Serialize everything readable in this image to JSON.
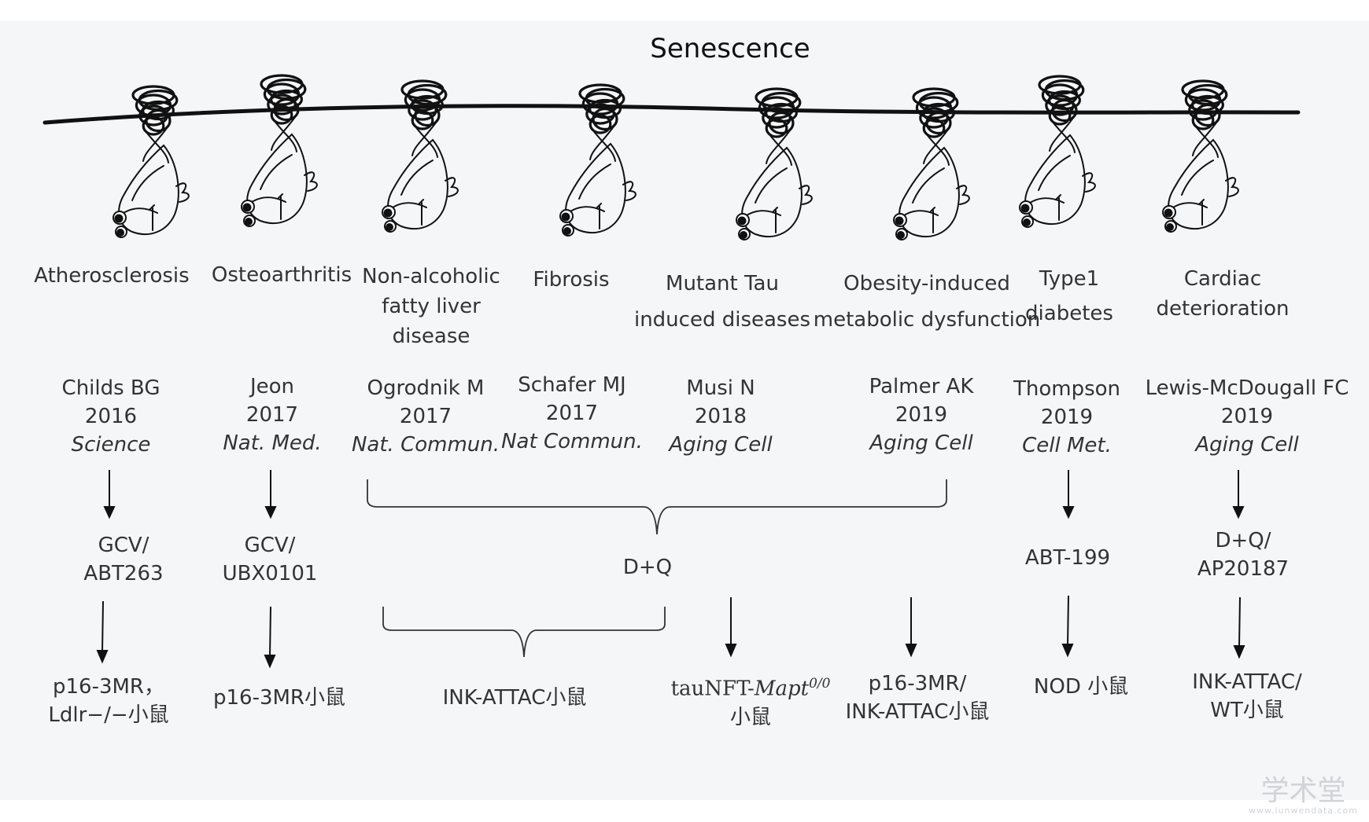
{
  "title": "Senescence",
  "diseases": [
    {
      "lines": [
        "Atherosclerosis"
      ]
    },
    {
      "lines": [
        "Osteoarthritis"
      ]
    },
    {
      "lines": [
        "Non-alcoholic",
        "fatty liver",
        "disease"
      ]
    },
    {
      "lines": [
        "Fibrosis"
      ]
    },
    {
      "lines": [
        "Mutant Tau",
        "induced diseases"
      ]
    },
    {
      "lines": [
        "Obesity-induced",
        "metabolic dysfunction"
      ]
    },
    {
      "lines": [
        "Type1",
        "diabetes"
      ]
    },
    {
      "lines": [
        "Cardiac",
        "deterioration"
      ]
    }
  ],
  "citations": [
    {
      "author": "Childs BG",
      "year": "2016",
      "journal": "Science"
    },
    {
      "author": "Jeon",
      "year": "2017",
      "journal": "Nat. Med."
    },
    {
      "author": "Ogrodnik M",
      "year": "2017",
      "journal": "Nat. Commun."
    },
    {
      "author": "Schafer MJ",
      "year": "2017",
      "journal": "Nat Commun."
    },
    {
      "author": "Musi N",
      "year": "2018",
      "journal": "Aging Cell"
    },
    {
      "author": "Palmer AK",
      "year": "2019",
      "journal": "Aging Cell"
    },
    {
      "author": "Thompson",
      "year": "2019",
      "journal": "Cell Met."
    },
    {
      "author": "Lewis-McDougall FC",
      "year": "2019",
      "journal": "Aging Cell"
    }
  ],
  "drugs": [
    {
      "lines": [
        "GCV/",
        "ABT263"
      ]
    },
    {
      "lines": [
        "GCV/",
        "UBX0101"
      ]
    },
    {
      "lines": [
        "D+Q"
      ]
    },
    {
      "lines": [
        "ABT-199"
      ]
    },
    {
      "lines": [
        "D+Q/",
        "AP20187"
      ]
    }
  ],
  "models": [
    {
      "lines": [
        "p16-3MR，",
        "Ldlr−/−小鼠"
      ]
    },
    {
      "lines": [
        "p16-3MR小鼠"
      ]
    },
    {
      "lines": [
        "INK-ATTAC小鼠"
      ]
    },
    {
      "prefix": "tauNFT-",
      "italic": "Mapt",
      "sup": "0/0",
      "line2": "小鼠"
    },
    {
      "lines": [
        "p16-3MR/",
        "INK-ATTAC小鼠"
      ]
    },
    {
      "lines": [
        "NOD 小鼠"
      ]
    },
    {
      "lines": [
        "INK-ATTAC/",
        "WT小鼠"
      ]
    }
  ],
  "watermark": {
    "main": "学术堂",
    "sub": "www.lunwendata.com"
  }
}
